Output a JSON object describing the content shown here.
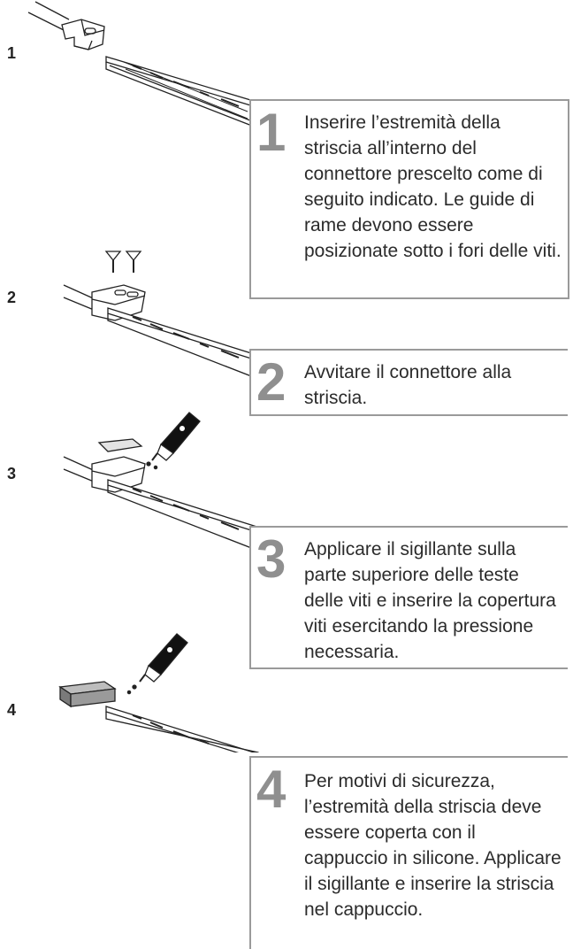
{
  "steps": [
    {
      "label": "1",
      "number": "1",
      "text": "Inserire l’estremità della striscia all’interno del connettore prescelto come di seguito indicato. Le guide di rame devono essere posizionate sotto i fori delle viti."
    },
    {
      "label": "2",
      "number": "2",
      "text": "Avvitare il connettore alla striscia."
    },
    {
      "label": "3",
      "number": "3",
      "text": "Applicare il sigillante sulla parte superiore delle teste delle viti e inserire la copertura viti esercitando la pressione necessaria."
    },
    {
      "label": "4",
      "number": "4",
      "text": "Per motivi di sicurezza, l’estremità della striscia deve essere coperta con il cappuccio in silicone. Applicare il sigillante e inserire la striscia nel cappuccio."
    }
  ]
}
